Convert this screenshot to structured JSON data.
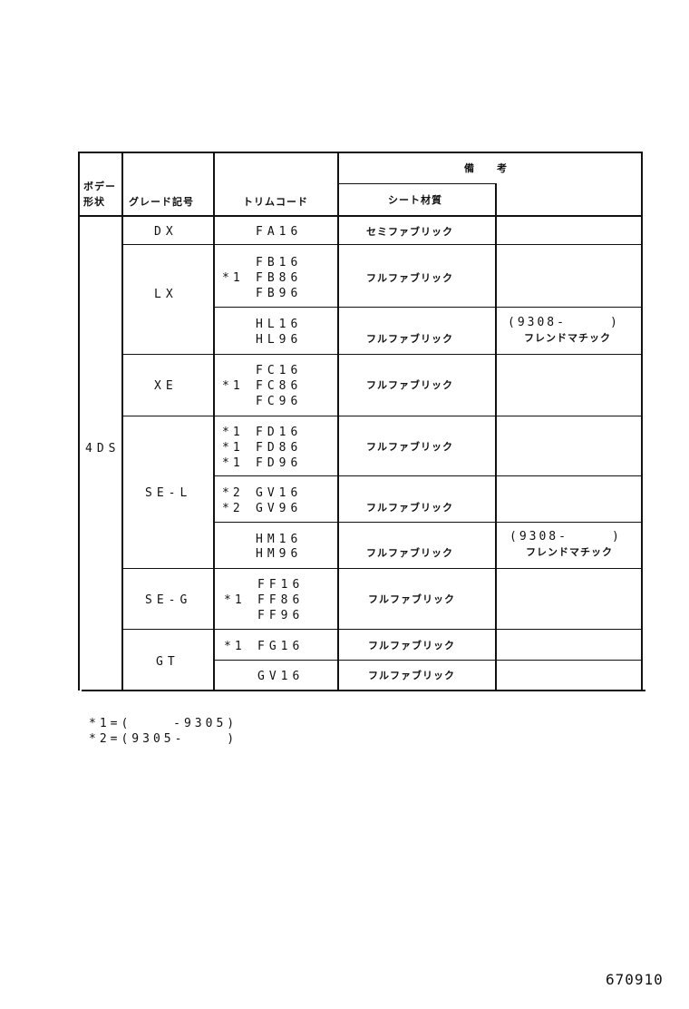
{
  "header": {
    "body_shape": [
      "ボデー",
      "形状"
    ],
    "grade": "グレード記号",
    "trim_code": "トリムコード",
    "remarks": "備　　考",
    "seat_material": "シート材質"
  },
  "body_type": "4DS",
  "rows": [
    {
      "grade": "DX",
      "codes": [
        "FA16"
      ],
      "marks": [
        ""
      ],
      "material": "セミファブリック",
      "note": [
        "",
        ""
      ]
    },
    {
      "grade": "LX",
      "codes": [
        "FB16",
        "FB86",
        "FB96"
      ],
      "marks": [
        "",
        "*1",
        ""
      ],
      "material": "フルファブリック",
      "note": [
        "",
        ""
      ]
    },
    {
      "grade": "",
      "codes": [
        "HL16",
        "HL96"
      ],
      "marks": [
        "",
        ""
      ],
      "material": "フルファブリック",
      "note": [
        "(9308-　　　)",
        "フレンドマチック"
      ]
    },
    {
      "grade": "XE",
      "codes": [
        "FC16",
        "FC86",
        "FC96"
      ],
      "marks": [
        "",
        "*1",
        ""
      ],
      "material": "フルファブリック",
      "note": [
        "",
        ""
      ]
    },
    {
      "grade": "SE-L",
      "codes": [
        "FD16",
        "FD86",
        "FD96"
      ],
      "marks": [
        "*1",
        "*1",
        "*1"
      ],
      "material": "フルファブリック",
      "note": [
        "",
        ""
      ]
    },
    {
      "grade": "",
      "codes": [
        "GV16",
        "GV96"
      ],
      "marks": [
        "*2",
        "*2"
      ],
      "material": "フルファブリック",
      "note": [
        "",
        ""
      ]
    },
    {
      "grade": "",
      "codes": [
        "HM16",
        "HM96"
      ],
      "marks": [
        "",
        ""
      ],
      "material": "フルファブリック",
      "note": [
        "(9308-　　　)",
        "フレンドマチック"
      ]
    },
    {
      "grade": "SE-G",
      "codes": [
        "FF16",
        "FF86",
        "FF96"
      ],
      "marks": [
        "",
        "*1",
        ""
      ],
      "material": "フルファブリック",
      "note": [
        "",
        ""
      ]
    },
    {
      "grade": "GT",
      "codes": [
        "FG16"
      ],
      "marks": [
        "*1"
      ],
      "material": "フルファブリック",
      "note": [
        "",
        ""
      ]
    },
    {
      "grade": "",
      "codes": [
        "GV16"
      ],
      "marks": [
        ""
      ],
      "material": "フルファブリック",
      "note": [
        "",
        ""
      ]
    }
  ],
  "footnotes": [
    "*1=(　　 -9305)",
    "*2=(9305-　　 )"
  ],
  "page_number": "670910"
}
